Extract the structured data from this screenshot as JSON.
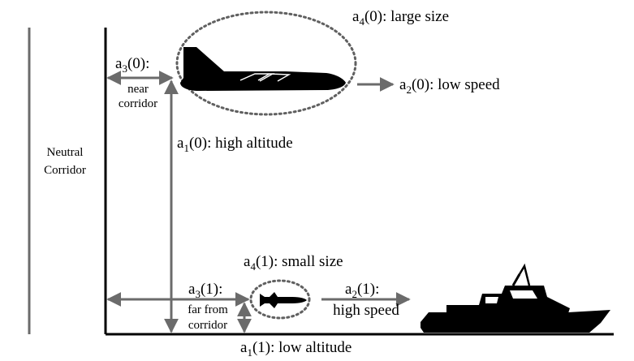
{
  "corridor": {
    "line1": "Neutral",
    "line2": "Corridor"
  },
  "aircraft": {
    "a4": {
      "base": "a",
      "sub": "4",
      "rest": "(0): large size"
    },
    "a2": {
      "base": "a",
      "sub": "2",
      "rest": "(0): low speed"
    },
    "a3": {
      "base": "a",
      "sub": "3",
      "rest": "(0):"
    },
    "a3_desc_line1": "near",
    "a3_desc_line2": "corridor",
    "a1": {
      "base": "a",
      "sub": "1",
      "rest": "(0): high altitude"
    }
  },
  "missile": {
    "a4": {
      "base": "a",
      "sub": "4",
      "rest": "(1): small size"
    },
    "a3": {
      "base": "a",
      "sub": "3",
      "rest": "(1):"
    },
    "a3_desc_line1": "far from",
    "a3_desc_line2": "corridor",
    "a2": {
      "base": "a",
      "sub": "2",
      "rest": "(1):"
    },
    "a2_desc": "high speed",
    "a1": {
      "base": "a",
      "sub": "1",
      "rest": "(1): low altitude"
    }
  },
  "colors": {
    "arrow": "#6b6b6b",
    "outline": "#606060",
    "fill": "#000000"
  }
}
